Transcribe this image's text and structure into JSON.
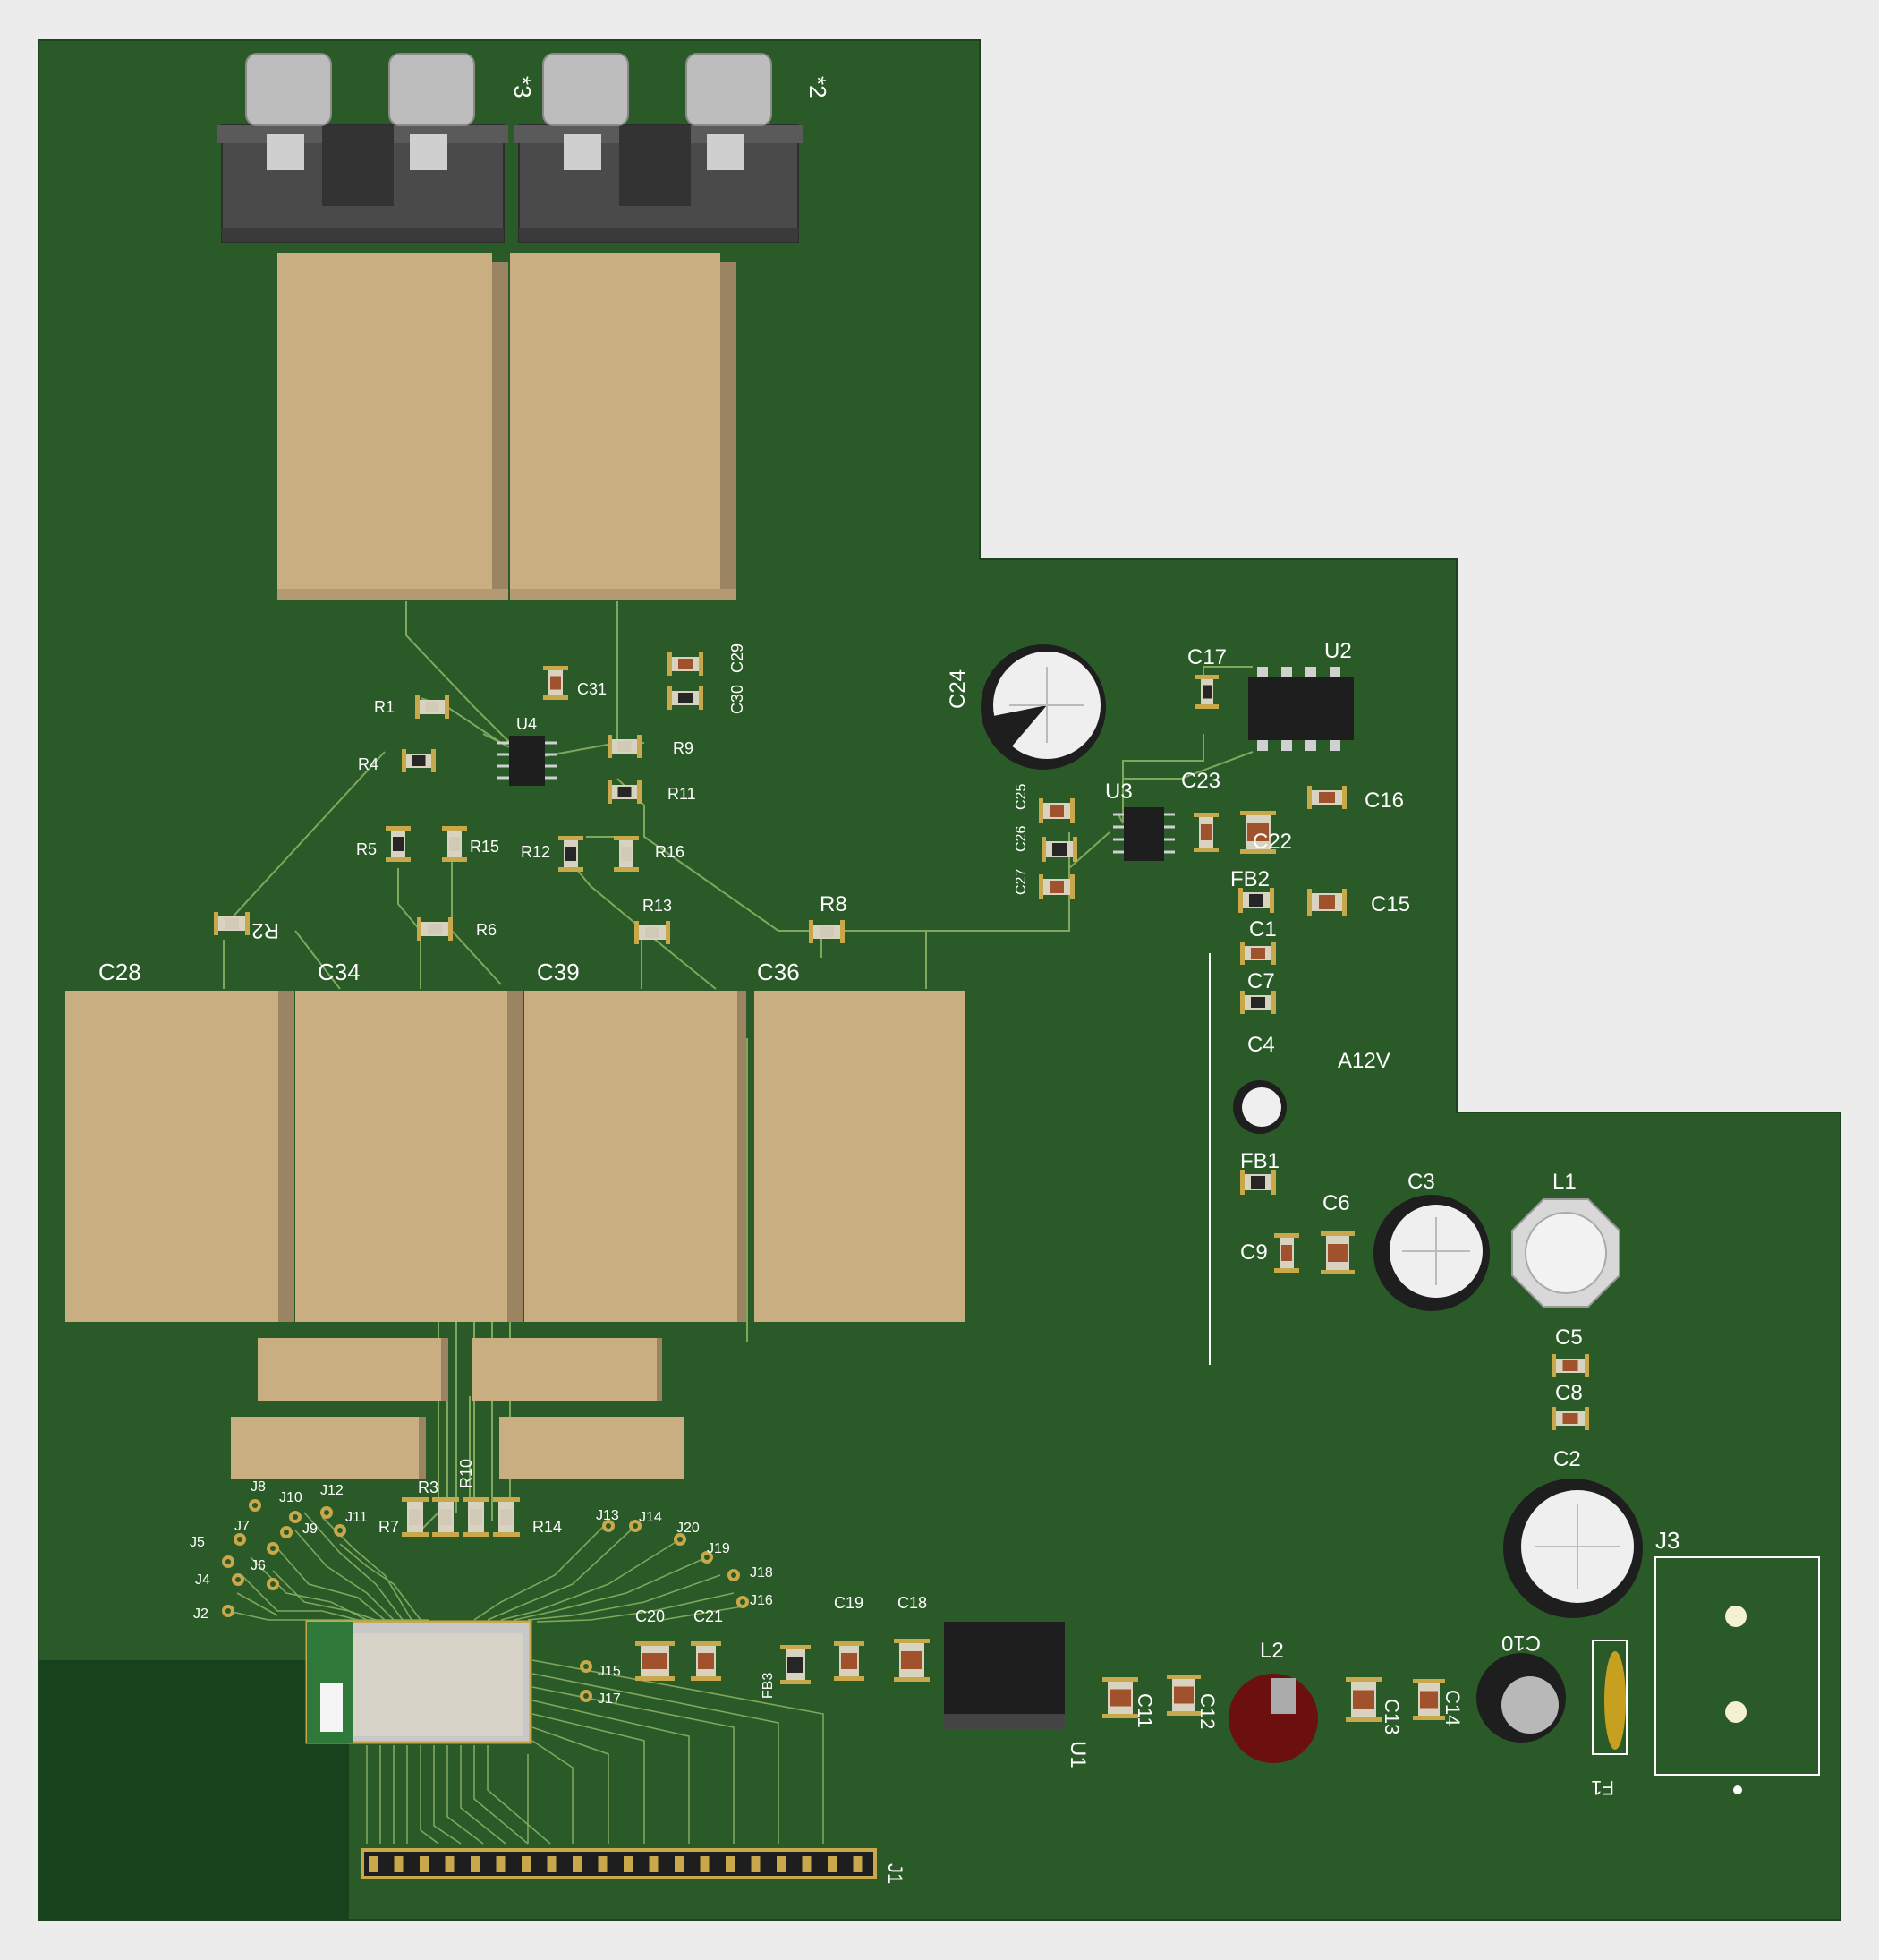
{
  "colors": {
    "background": "#ececec",
    "board": "#2a5a28",
    "board_dark": "#17421c",
    "trace": "#7fa85c",
    "pad": "#c8a84a",
    "silkscreen": "#ffffff",
    "film_cap": "#c9ae82",
    "film_cap_side": "#9a8462",
    "smd_tan": "#c8c0ac",
    "smd_brown": "#a0522d",
    "ic_body": "#1e1e1e",
    "rca_housing": "#4a4a4a",
    "rca_jack": "#bdbdbd"
  },
  "labels": {
    "rca_3": "*3",
    "rca_2": "*2",
    "c31": "C31",
    "c30": "C30",
    "c29": "C29",
    "r1": "R1",
    "r4": "R4",
    "u4": "U4",
    "r9": "R9",
    "r11": "R11",
    "r5": "R5",
    "r15": "R15",
    "r12": "R12",
    "r16": "R16",
    "r2": "R2",
    "r6": "R6",
    "r13": "R13",
    "r8": "R8",
    "c28": "C28",
    "c34": "C34",
    "c39": "C39",
    "c36": "C36",
    "c24": "C24",
    "c17": "C17",
    "u2": "U2",
    "u3": "U3",
    "c25": "C25",
    "c26": "C26",
    "c27": "C27",
    "c23": "C23",
    "c16": "C16",
    "c22": "C22",
    "fb2": "FB2",
    "c15": "C15",
    "c1": "C1",
    "c7": "C7",
    "c4": "C4",
    "a12v": "A12V",
    "fb1": "FB1",
    "c9": "C9",
    "c6": "C6",
    "c3": "C3",
    "l1": "L1",
    "c5": "C5",
    "c8": "C8",
    "c2": "C2",
    "j3": "J3",
    "c10": "C10",
    "f1": "F1",
    "j8": "J8",
    "j10": "J10",
    "j12": "J12",
    "j7": "J7",
    "j9": "J9",
    "j11": "J11",
    "j5": "J5",
    "j6": "J6",
    "j4": "J4",
    "j2": "J2",
    "r3": "R3",
    "r10": "R10",
    "r7": "R7",
    "r14": "R14",
    "j13": "J13",
    "j14": "J14",
    "j20": "J20",
    "j19": "J19",
    "j18": "J18",
    "j16": "J16",
    "c20": "C20",
    "c21": "C21",
    "c19": "C19",
    "c18": "C18",
    "j15": "J15",
    "j17": "J17",
    "fb3": "FB3",
    "u1": "U1",
    "c11": "C11",
    "c12": "C12",
    "l2": "L2",
    "c13": "C13",
    "c14": "C14",
    "j1": "J1"
  }
}
